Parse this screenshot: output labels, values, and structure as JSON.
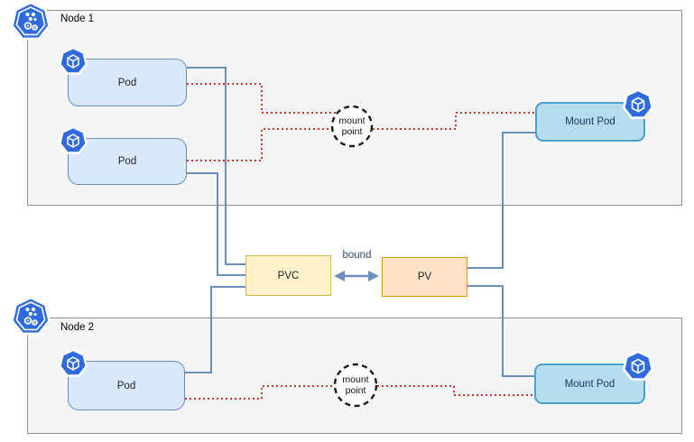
{
  "diagram": {
    "nodes": [
      {
        "label": "Node 1"
      },
      {
        "label": "Node 2"
      }
    ],
    "pods": [
      {
        "label": "Pod"
      },
      {
        "label": "Pod"
      },
      {
        "label": "Pod"
      }
    ],
    "mount_pods": [
      {
        "label": "Mount Pod"
      },
      {
        "label": "Mount Pod"
      }
    ],
    "pvc": {
      "label": "PVC"
    },
    "pv": {
      "label": "PV"
    },
    "bound_label": "bound",
    "mount_points": [
      {
        "line1": "mount",
        "line2": "point"
      },
      {
        "line1": "mount",
        "line2": "point"
      }
    ],
    "icons": [
      "kubernetes-node-icon",
      "pod-cube-icon"
    ]
  },
  "colors": {
    "node_fill": "#f5f5f5",
    "node_border": "#8f8f8f",
    "pod_fill": "#dae8fc",
    "pod_border": "#6c8ebf",
    "mountpod_fill": "#b6ddef",
    "mountpod_border": "#4da0c7",
    "pvc_fill": "#fff2cc",
    "pvc_border": "#d6b656",
    "pv_fill": "#fce3c8",
    "pv_border": "#d79b00",
    "line_blue": "#6c8ebf",
    "line_red": "#c23a30",
    "badge_blue": "#2f6bdf",
    "circle_stroke": "#1a1a1a"
  }
}
